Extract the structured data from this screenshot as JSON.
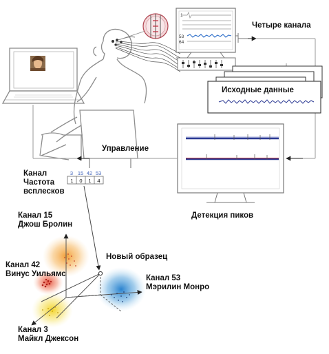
{
  "labels": {
    "four_channels": "Четыре канала",
    "raw_data": "Исходные данные",
    "control": "Управление",
    "spike_detection": "Детекция пиков",
    "channel_line": "Канал",
    "rate_line1": "Частота",
    "rate_line2": "всплесков",
    "new_sample": "Новый образец"
  },
  "monitor_channels": [
    "1",
    "53",
    "64"
  ],
  "spike_table": {
    "channels": [
      "3",
      "15",
      "42",
      "53"
    ],
    "rates": [
      "1",
      "0",
      "1",
      "4"
    ]
  },
  "clusters": [
    {
      "channel": "Канал 15",
      "person": "Джош Бролин",
      "color": "#f29a2e"
    },
    {
      "channel": "Канал 42",
      "person": "Винус Уильямс",
      "color": "#e0402a"
    },
    {
      "channel": "Канал 53",
      "person": "Мэрилин Монро",
      "color": "#2a88d0"
    },
    {
      "channel": "Канал 3",
      "person": "Майкл Джексон",
      "color": "#f3d21e"
    }
  ],
  "colors": {
    "line_gray": "#9a9a9a",
    "trace_blue": "#2c3a94",
    "trace_red": "#d0342a",
    "highlight_blue": "#2f6fc9"
  }
}
